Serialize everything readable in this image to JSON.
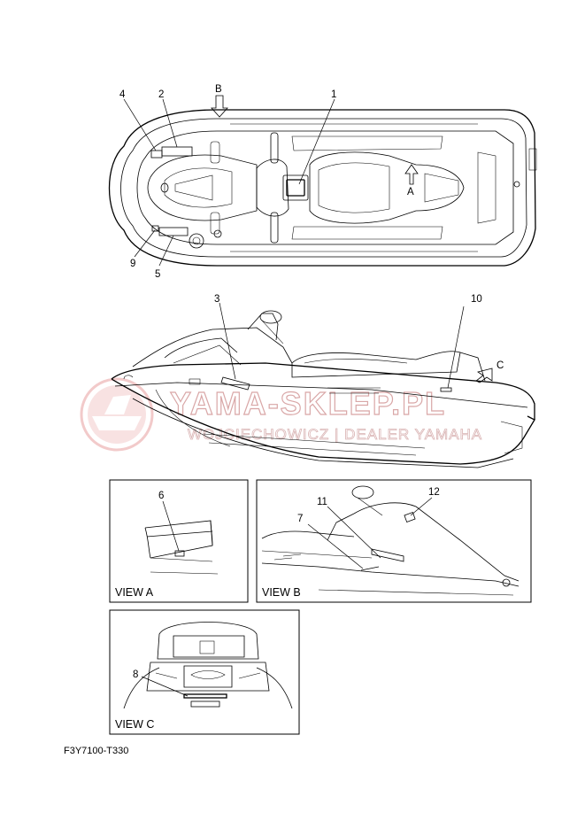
{
  "callouts": {
    "n1": "1",
    "n2": "2",
    "n3": "3",
    "n4": "4",
    "n5": "5",
    "n6": "6",
    "n7": "7",
    "n8": "8",
    "n9": "9",
    "n10": "10",
    "n11": "11",
    "n12": "12"
  },
  "arrows": {
    "a": "A",
    "b": "B",
    "c": "C"
  },
  "views": {
    "a": "VIEW A",
    "b": "VIEW B",
    "c": "VIEW C"
  },
  "part_code": "F3Y7100-T330",
  "watermark": {
    "brand": "YAMA-SKLEP.PL",
    "dealer": "WOJCIECHOWICZ | DEALER YAMAHA"
  }
}
